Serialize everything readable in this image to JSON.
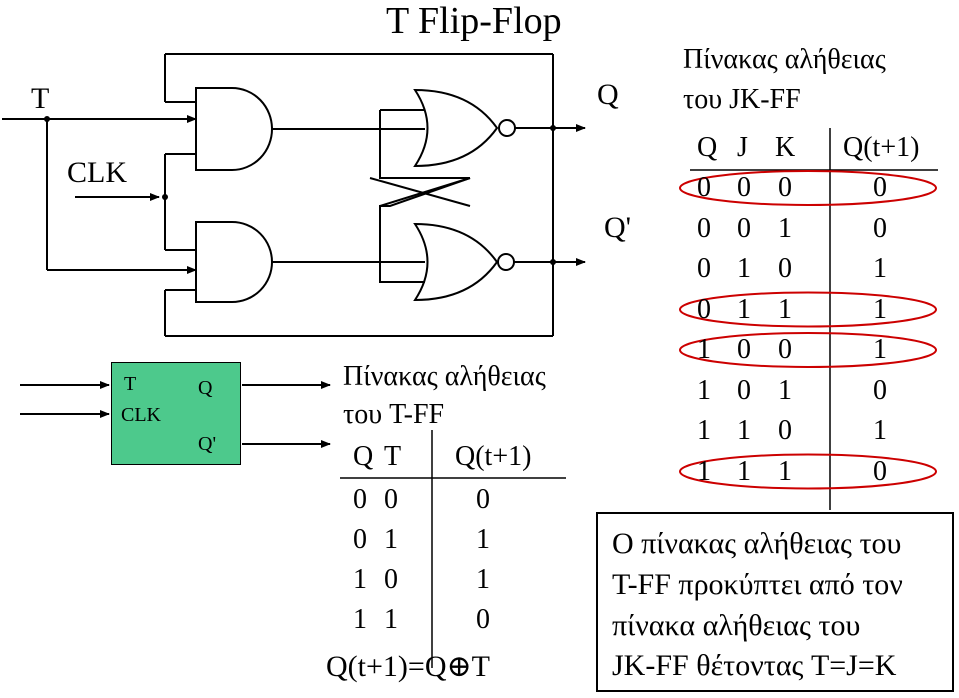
{
  "circuit": {
    "title": "T Flip-Flop",
    "input_t": "T",
    "input_clk": "CLK",
    "output_q": "Q",
    "output_qn": "Q'"
  },
  "block": {
    "t": "T",
    "clk": "CLK",
    "q": "Q",
    "qn": "Q'",
    "fill": "#4dc98c"
  },
  "tff_table": {
    "title_line1": "Πίνακας αλήθειας",
    "title_line2": "του T-FF",
    "headers": [
      "Q",
      "T",
      "Q(t+1)"
    ],
    "rows": [
      [
        "0",
        "0",
        "0"
      ],
      [
        "0",
        "1",
        "1"
      ],
      [
        "1",
        "0",
        "1"
      ],
      [
        "1",
        "1",
        "0"
      ]
    ],
    "equation": "Q(t+1)=Q⊕T"
  },
  "jk_table": {
    "title_line1": "Πίνακας αλήθειας",
    "title_line2": "του JK-FF",
    "headers": [
      "Q",
      "J",
      "K",
      "Q(t+1)"
    ],
    "rows": [
      [
        "0",
        "0",
        "0",
        "0"
      ],
      [
        "0",
        "0",
        "1",
        "0"
      ],
      [
        "0",
        "1",
        "0",
        "1"
      ],
      [
        "0",
        "1",
        "1",
        "1"
      ],
      [
        "1",
        "0",
        "0",
        "1"
      ],
      [
        "1",
        "0",
        "1",
        "0"
      ],
      [
        "1",
        "1",
        "0",
        "1"
      ],
      [
        "1",
        "1",
        "1",
        "0"
      ]
    ],
    "highlighted_rows": [
      0,
      3,
      4,
      7
    ],
    "highlight_color": "#cc0000"
  },
  "note": {
    "line1": "Ο πίνακας αλήθειας του",
    "line2": "T-FF προκύπτει από τον",
    "line3": "πίνακα αλήθειας του",
    "line4": "JK-FF θέτοντας T=J=K"
  }
}
